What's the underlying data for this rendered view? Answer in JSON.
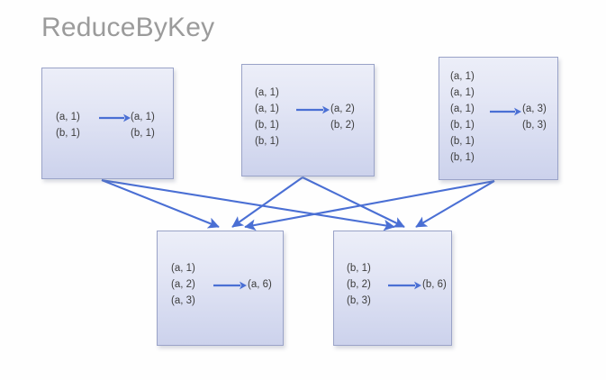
{
  "diagram": {
    "title": "ReduceByKey",
    "accent_color": "#4a6fd4",
    "box_fill_top": "#eceef8",
    "box_fill_bottom": "#ccd2ec",
    "box_border": "#9aa3c8",
    "title_color": "#9b9b9b",
    "text_color": "#3d3d3d",
    "arrow_icon": "right-arrow-icon"
  },
  "partitions": {
    "top": [
      {
        "id": "partition-1",
        "input": [
          "(a, 1)",
          "(b, 1)"
        ],
        "output": [
          "(a, 1)",
          "(b, 1)"
        ]
      },
      {
        "id": "partition-2",
        "input": [
          "(a, 1)",
          "(a, 1)",
          "(b, 1)",
          "(b, 1)"
        ],
        "output": [
          "(a, 2)",
          "(b, 2)"
        ]
      },
      {
        "id": "partition-3",
        "input": [
          "(a, 1)",
          "(a, 1)",
          "(a, 1)",
          "(b, 1)",
          "(b, 1)",
          "(b, 1)"
        ],
        "output": [
          "(a, 3)",
          "(b, 3)"
        ]
      }
    ],
    "bottom": [
      {
        "id": "reducer-a",
        "input": [
          "(a, 1)",
          "(a, 2)",
          "(a, 3)"
        ],
        "output": [
          "(a, 6)"
        ]
      },
      {
        "id": "reducer-b",
        "input": [
          "(b, 1)",
          "(b, 2)",
          "(b, 3)"
        ],
        "output": [
          "(b, 6)"
        ]
      }
    ]
  }
}
